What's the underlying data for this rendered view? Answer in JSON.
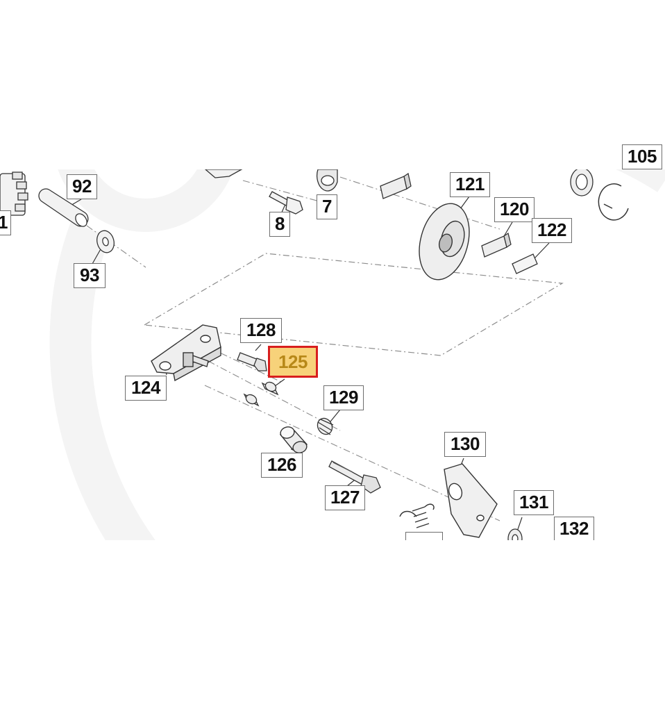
{
  "diagram": {
    "highlighted_part": "125",
    "highlight_colors": {
      "border": "#d81e1e",
      "fill": "#f7d27a",
      "text": "#b78818"
    },
    "callouts": [
      {
        "id": "92",
        "label": "92"
      },
      {
        "id": "93",
        "label": "93"
      },
      {
        "id": "1",
        "label": "1"
      },
      {
        "id": "8",
        "label": "8"
      },
      {
        "id": "7",
        "label": "7"
      },
      {
        "id": "121",
        "label": "121"
      },
      {
        "id": "120",
        "label": "120"
      },
      {
        "id": "122",
        "label": "122"
      },
      {
        "id": "105",
        "label": "105"
      },
      {
        "id": "128",
        "label": "128"
      },
      {
        "id": "125",
        "label": "125"
      },
      {
        "id": "124",
        "label": "124"
      },
      {
        "id": "129",
        "label": "129"
      },
      {
        "id": "126",
        "label": "126"
      },
      {
        "id": "127",
        "label": "127"
      },
      {
        "id": "130",
        "label": "130"
      },
      {
        "id": "131",
        "label": "131"
      },
      {
        "id": "132",
        "label": "132"
      }
    ]
  }
}
